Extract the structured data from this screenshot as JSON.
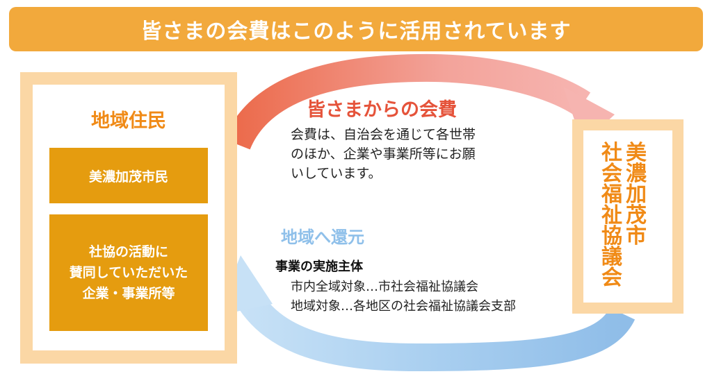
{
  "banner": {
    "title": "皆さまの会費はこのように活用されています"
  },
  "left_panel": {
    "title": "地域住民",
    "box1": "美濃加茂市民",
    "box2": "社協の活動に\n賛同していただいた\n企業・事業所等"
  },
  "right_panel": {
    "col1": "美\n濃\n加\n茂\n市",
    "col2": "社\n会\n福\n祉\n協\n議\n会"
  },
  "inflow": {
    "title": "皆さまからの会費",
    "text": "会費は、自治会を通じて各世帯\nのほか、企業や事業所等にお願\nいしています。"
  },
  "return_flow": {
    "title": "地域へ還元",
    "heading": "事業の実施主体",
    "line1": "市内全域対象…市社会福祉協議会",
    "line2": "地域対象…各地区の社会福祉協議会支部"
  },
  "colors": {
    "banner": "#f2a93c",
    "frame": "#fbd7a5",
    "box": "#e59c0f",
    "accent_orange": "#f08a16",
    "inflow_red": "#e5533a",
    "return_blue": "#8fc0ea"
  }
}
